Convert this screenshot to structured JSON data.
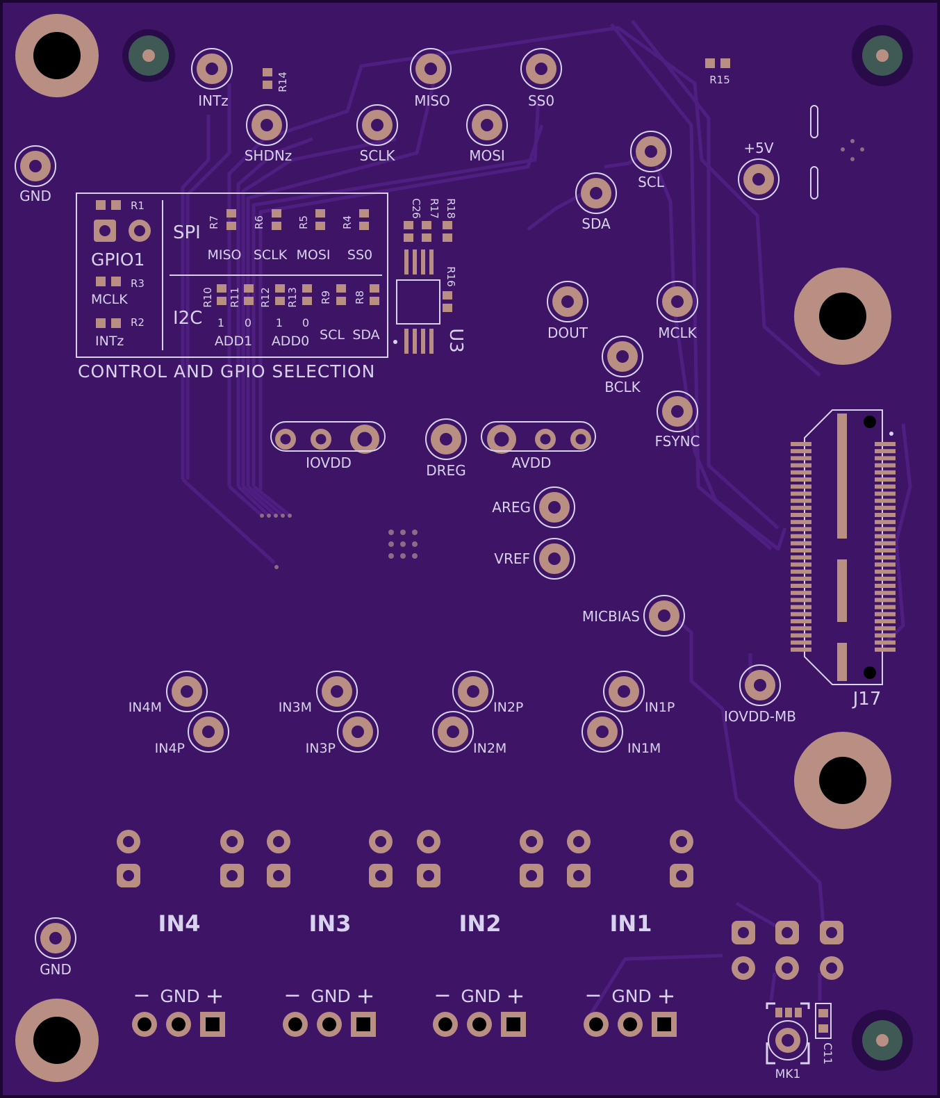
{
  "colors": {
    "board": "#3d1466",
    "edge": "#2a0c4a",
    "trace": "#4e1f80",
    "copper": "#b98f84",
    "silk": "#ddd6f0",
    "drill": "#000000",
    "mount_pad": "#3f5a55"
  },
  "test_points": {
    "intz": "INTz",
    "shdnz": "SHDNz",
    "sclk": "SCLK",
    "miso": "MISO",
    "mosi": "MOSI",
    "ss0": "SS0",
    "gnd_top": "GND",
    "gnd_bottom": "GND",
    "scl": "SCL",
    "sda": "SDA",
    "plus5v": "+5V",
    "dout": "DOUT",
    "mclk": "MCLK",
    "bclk": "BCLK",
    "fsync": "FSYNC",
    "dreg": "DREG",
    "areg": "AREG",
    "vref": "VREF",
    "micbias": "MICBIAS",
    "iovdd_mb": "IOVDD-MB",
    "iovdd": "IOVDD",
    "avdd": "AVDD"
  },
  "refdes": {
    "r14": "R14",
    "r15": "R15",
    "r1": "R1",
    "r2": "R2",
    "r3": "R3",
    "r4": "R4",
    "r5": "R5",
    "r6": "R6",
    "r7": "R7",
    "r8": "R8",
    "r9": "R9",
    "r10": "R10",
    "r11": "R11",
    "r12": "R12",
    "r13": "R13",
    "r16": "R16",
    "r17": "R17",
    "r18": "R18",
    "c26": "C26",
    "c11": "C11",
    "u3": "U3",
    "j17": "J17",
    "mk1": "MK1"
  },
  "selection_box": {
    "title": "CONTROL AND GPIO SELECTION",
    "gpio1": "GPIO1",
    "mclk": "MCLK",
    "intz": "INTz",
    "spi": "SPI",
    "spi_miso": "MISO",
    "spi_sclk": "SCLK",
    "spi_mosi": "MOSI",
    "spi_ss0": "SS0",
    "i2c": "I2C",
    "one_a": "1",
    "zero_a": "0",
    "one_b": "1",
    "zero_b": "0",
    "add1": "ADD1",
    "add0": "ADD0",
    "scl": "SCL",
    "sda": "SDA"
  },
  "inputs": {
    "in1p": "IN1P",
    "in1m": "IN1M",
    "in2p": "IN2P",
    "in2m": "IN2M",
    "in3m": "IN3M",
    "in3p": "IN3P",
    "in4m": "IN4M",
    "in4p": "IN4P",
    "in1": "IN1",
    "in2": "IN2",
    "in3": "IN3",
    "in4": "IN4"
  },
  "terminals": {
    "minus": "−",
    "gnd": "GND",
    "plus": "+"
  }
}
